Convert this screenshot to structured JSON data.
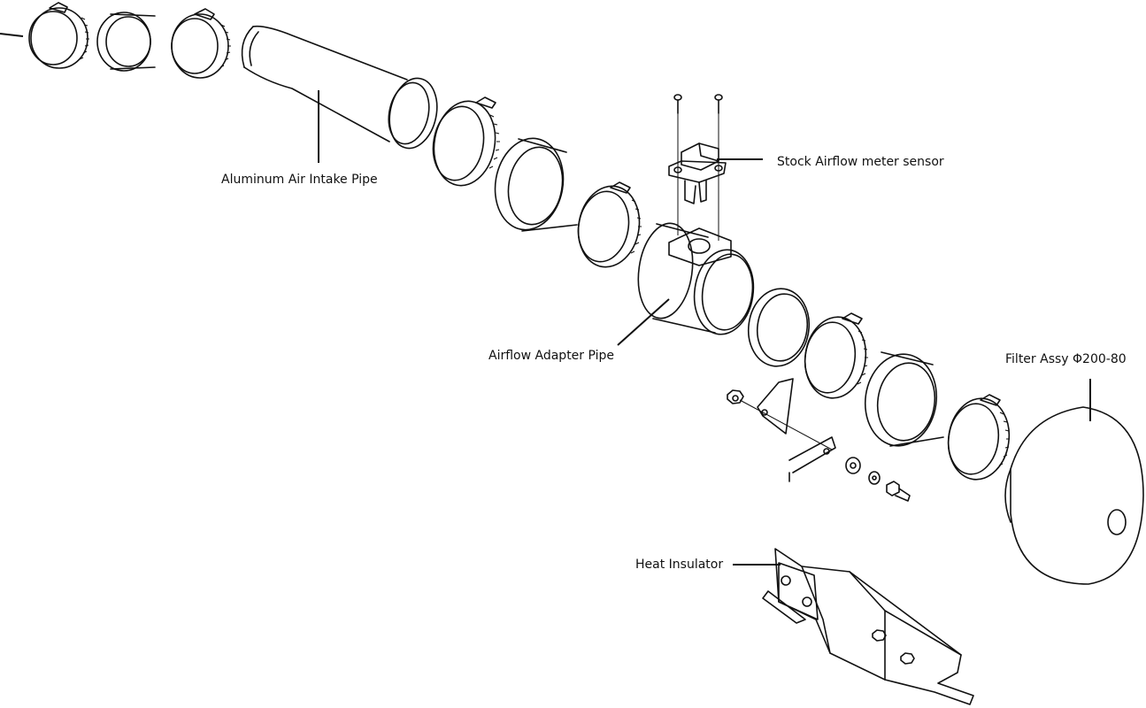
{
  "labels": {
    "aluminum_pipe": "Aluminum Air Intake Pipe",
    "stock_sensor": "Stock Airflow meter sensor",
    "adapter_pipe": "Airflow Adapter Pipe",
    "filter_assy": "Filter Assy Φ200-80",
    "heat_insulator": "Heat Insulator"
  },
  "colors": {
    "line": "#111111",
    "background": "#ffffff"
  }
}
